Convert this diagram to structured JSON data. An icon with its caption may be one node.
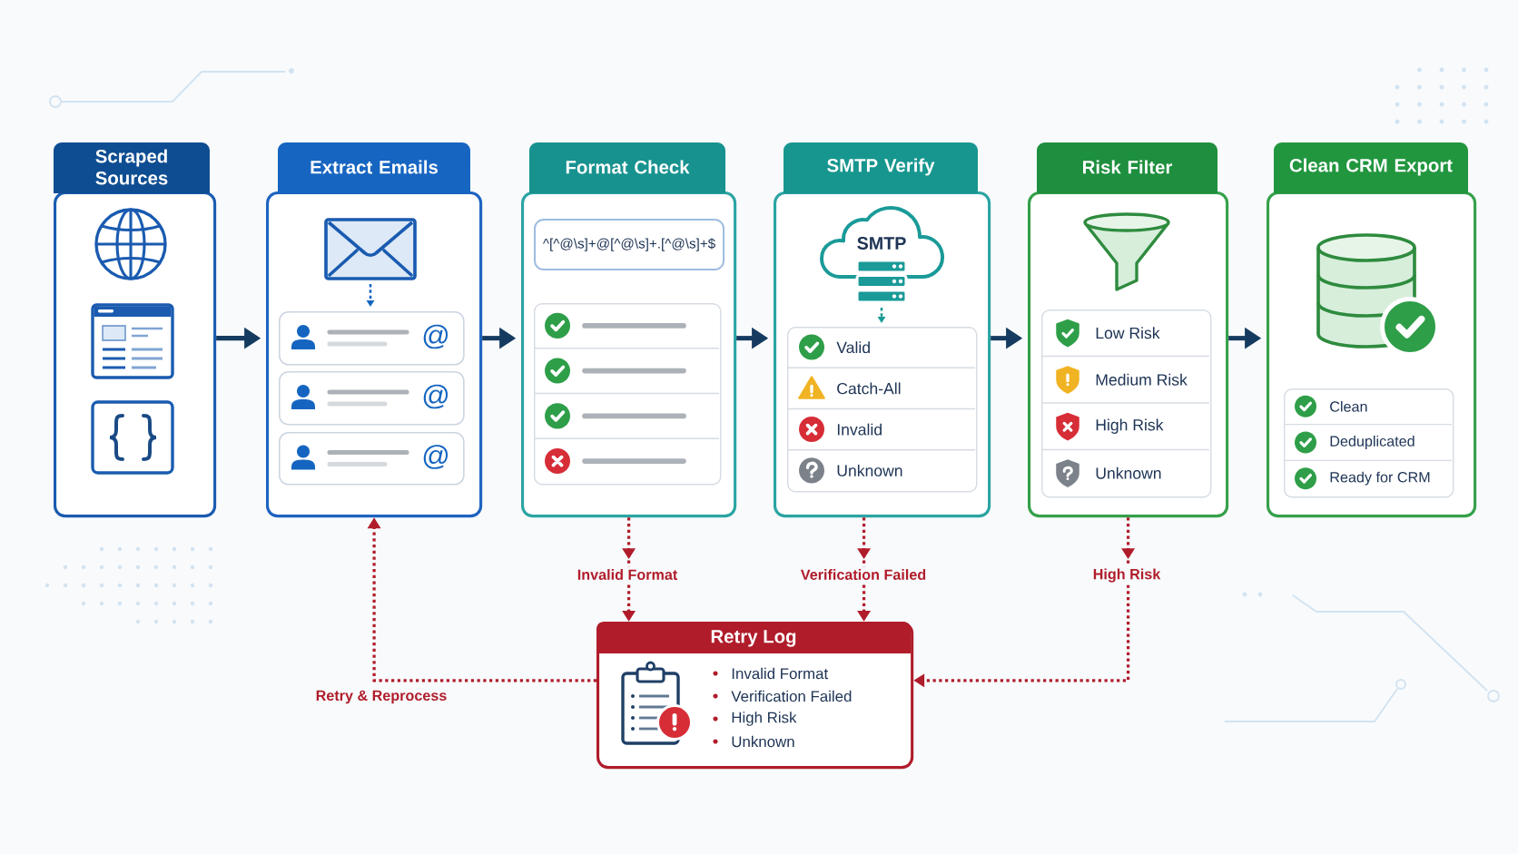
{
  "diagram": {
    "nodes": [
      {
        "text": [
          "Scraped Sources"
        ]
      },
      {
        "text": [
          "Extract Emails"
        ]
      },
      {
        "text": [
          "@"
        ],
        "in": 1
      },
      {
        "text": [
          "@"
        ],
        "in": 1
      },
      {
        "text": [
          "@"
        ],
        "in": 1
      },
      {
        "text": [
          "Format Check"
        ]
      },
      {
        "text": [
          "^[^@\\s]+@[^@\\s]+.[^@\\s]+$"
        ],
        "in": 5
      },
      {
        "text": [],
        "shape": "box",
        "in": 5
      },
      {
        "text": [
          "SMTP Verify"
        ]
      },
      {
        "text": [
          "SMTP"
        ],
        "in": 8
      },
      {
        "text": [
          "Valid",
          "Catch-All",
          "Invalid",
          "Unknown"
        ],
        "in": 8
      },
      {
        "text": [
          "Risk Filter"
        ]
      },
      {
        "text": [
          "Low Risk",
          "Medium Risk",
          "High Risk",
          "Unknown"
        ],
        "in": 11
      },
      {
        "text": [
          "Clean CRM Export"
        ]
      },
      {
        "text": [
          "Clean",
          "Deduplicated",
          "Ready for CRM"
        ],
        "in": 13
      },
      {
        "text": [
          "Retry Log",
          "Invalid Format",
          "Verification Failed",
          "High Risk",
          "Unknown"
        ]
      }
    ],
    "edges": [
      {
        "from": 0,
        "to": 1,
        "arrow": "to"
      },
      {
        "from": 1,
        "to": 5,
        "arrow": "to"
      },
      {
        "from": 5,
        "to": 8,
        "arrow": "to"
      },
      {
        "from": 8,
        "to": 11,
        "arrow": "to"
      },
      {
        "from": 11,
        "to": 13,
        "arrow": "to"
      },
      {
        "from": 5,
        "to": 15,
        "arrow": "to",
        "label": "Invalid Format",
        "style": "dashed",
        "color": "#b01c2a"
      },
      {
        "from": 8,
        "to": 15,
        "arrow": "to",
        "label": "Verification Failed",
        "style": "dashed",
        "color": "#b01c2a"
      },
      {
        "from": 11,
        "to": 15,
        "arrow": "to",
        "label": "High Risk",
        "style": "dashed",
        "color": "#b01c2a"
      },
      {
        "from": 15,
        "to": 1,
        "arrow": "to",
        "label": "Retry & Reprocess",
        "style": "dashed",
        "color": "#b01c2a"
      }
    ]
  }
}
